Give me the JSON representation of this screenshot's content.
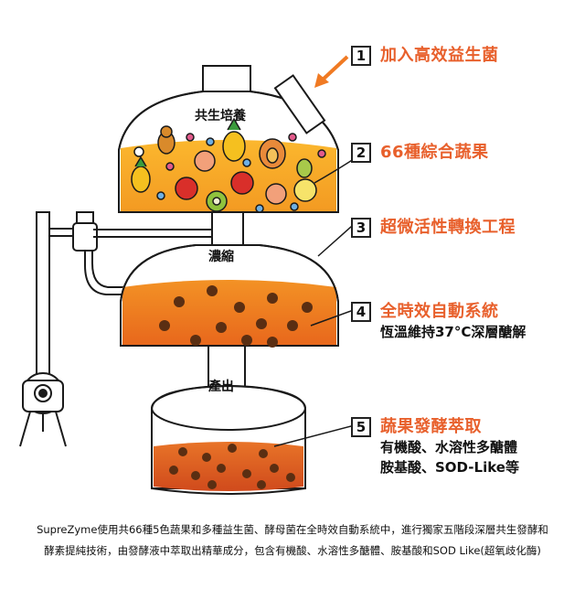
{
  "labels": {
    "cultivation": "共生培養",
    "concentrate": "濃縮",
    "output": "產出"
  },
  "steps": [
    {
      "num": "1",
      "title": "加入高效益生菌"
    },
    {
      "num": "2",
      "title": "66種綜合蔬果"
    },
    {
      "num": "3",
      "title": "超微活性轉換工程"
    },
    {
      "num": "4",
      "title": "全時效自動系統",
      "sub": [
        "恆溫維持37°C深層醣解"
      ]
    },
    {
      "num": "5",
      "title": "蔬果發酵萃取",
      "sub": [
        "有機酸、水溶性多醣體",
        "胺基酸、SOD-Like等"
      ]
    }
  ],
  "caption": [
    "SupreZyme使用共66種5色蔬果和多種益生菌、酵母菌在全時效自動系統中，進行獨家五階段深層共生發酵和",
    "酵素提純技術，由發酵液中萃取出精華成分，包含有機酸、水溶性多醣體、胺基酸和SOD Like(超氧歧化酶)"
  ],
  "colors": {
    "accent": "#e8602c",
    "liquid_top": "#f7a529",
    "liquid_mid": "#ef7d20",
    "liquid_low": "#d9561f",
    "pellet": "#5a2e12",
    "line": "#1a1a1a"
  },
  "icons": [
    "arrow-icon",
    "pineapple-icon",
    "pear-icon",
    "apple-icon",
    "kiwi-icon",
    "peach-icon",
    "papaya-icon",
    "lemon-icon",
    "pump-icon",
    "valve-icon"
  ]
}
